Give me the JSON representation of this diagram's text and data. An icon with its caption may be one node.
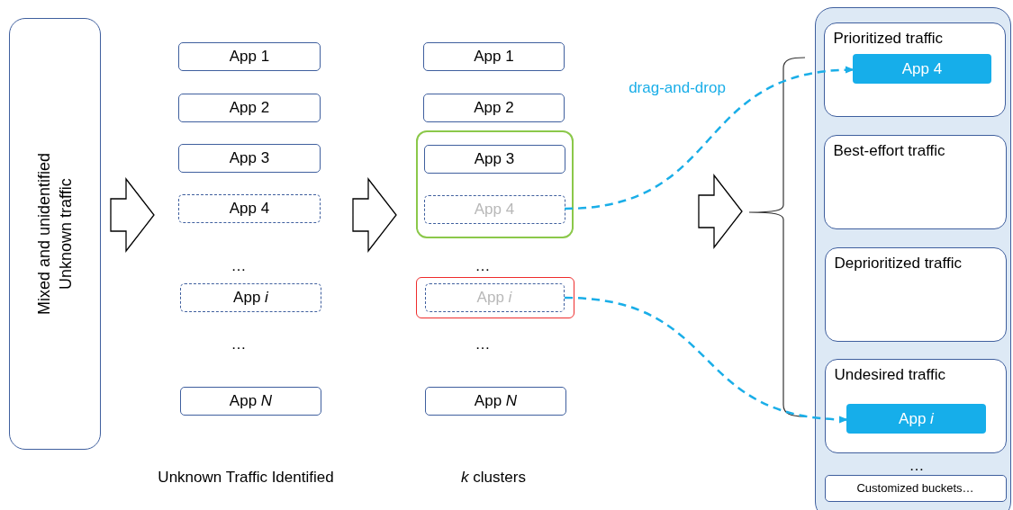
{
  "diagram": {
    "nodes": [
      {
        "text": [
          "Mixed and unidentified Unknown traffic"
        ]
      },
      {
        "text": [
          "App 1"
        ]
      },
      {
        "text": [
          "App 2"
        ]
      },
      {
        "text": [
          "App 3"
        ]
      },
      {
        "text": [
          "App 4"
        ]
      },
      {
        "text": [
          "App *i*"
        ]
      },
      {
        "text": [
          "App *N*"
        ]
      },
      {
        "text": [
          "App 1"
        ]
      },
      {
        "text": [
          "App 2"
        ]
      },
      {
        "text": [],
        "shape": "box"
      },
      {
        "text": [
          "App 3"
        ],
        "in": 9
      },
      {
        "text": [
          "App 4"
        ],
        "in": 9
      },
      {
        "text": [],
        "shape": "box"
      },
      {
        "text": [
          "App *i*"
        ],
        "in": 12
      },
      {
        "text": [
          "App *N*"
        ]
      },
      {
        "text": [],
        "shape": "box"
      },
      {
        "text": [
          "Prioritized traffic"
        ],
        "in": 15
      },
      {
        "text": [
          "App 4"
        ],
        "in": 16
      },
      {
        "text": [
          "Best-effort traffic"
        ],
        "in": 15
      },
      {
        "text": [
          "Deprioritized traffic"
        ],
        "in": 15
      },
      {
        "text": [
          "Undesired traffic"
        ],
        "in": 15
      },
      {
        "text": [
          "App *i*"
        ],
        "in": 20
      },
      {
        "text": [
          "Customized buckets…"
        ],
        "in": 15
      }
    ],
    "edges": [
      {
        "from": 11,
        "to": 17,
        "arrow": "to",
        "label": "drag-and-drop",
        "style": "dashed",
        "color": "#1aaee8"
      },
      {
        "from": 13,
        "to": 21,
        "arrow": "to",
        "style": "dashed",
        "color": "#1aaee8"
      },
      {
        "from": 0,
        "to": null,
        "arrow": "to"
      }
    ],
    "labels": [
      "…",
      "…",
      "…",
      "…",
      "…",
      "Unknown Traffic Identified",
      "*k* clusters"
    ]
  }
}
